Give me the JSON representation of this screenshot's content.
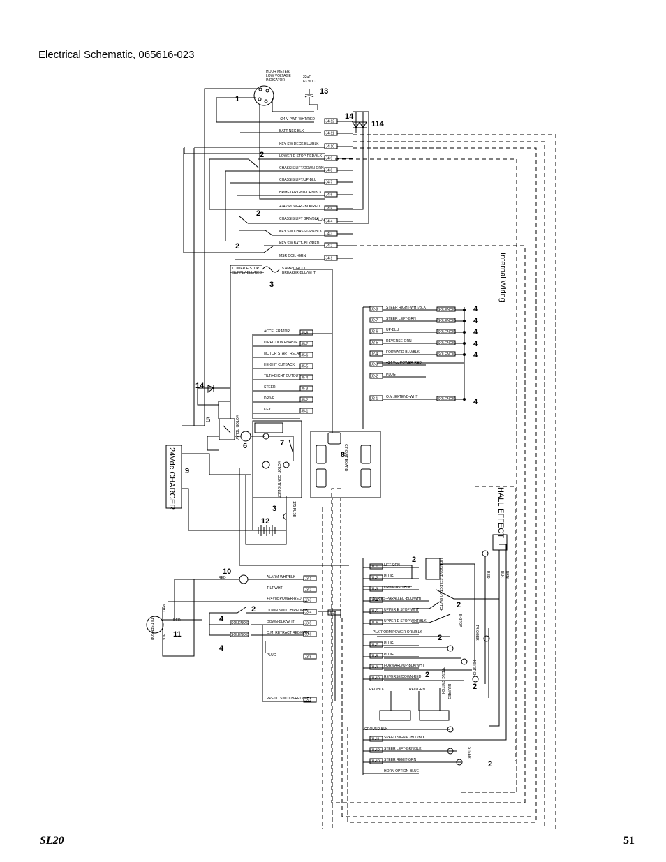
{
  "page": {
    "title": "Electrical Schematic, 065616-023",
    "footer_left": "SL20",
    "footer_right": "51"
  },
  "diagram": {
    "annotations": {
      "hour_meter": "HOUR METER/ LOW VOLTAGE INDICATOR",
      "capacitor": "22uF 63 VDC",
      "internal_wiring": "Internal Wiring",
      "hall_effect": "HALL EFFECT",
      "charger": "24Vdc CHARGER",
      "circuit_breaker": "5 AMP CIRCUIT BREAKER-BLU/WHT",
      "lower_e_stop_supply": "LOWER E STOP SUPPLY-BLU/RED",
      "motor_relay": "MOTOR RELAY",
      "motor_controller": "MOTOR CONTROLLER",
      "fuse": "175 FUSE",
      "circuit_board": "CIRCUIT BOARD",
      "tilt_sensor": "TILT SENSOR",
      "lift_drive_switch": "LIFT/DRIVE SELECTOR SWITCH",
      "e_stop": "E-STOP",
      "trigger": "TRIGGER",
      "joystick": "JOYSTICK",
      "ppe_switch": "PPE/LC SWITCH",
      "steer": "STEER",
      "blu_red": "BLU/RED",
      "red": "RED",
      "blk": "BLK",
      "wht": "WHT",
      "brn": "BRN",
      "ground_blk": "GROUND-BLK",
      "red_blk": "RED/BLK",
      "red_grn": "RED/GRN"
    },
    "ref_numbers": {
      "n1": "1",
      "n2": "2",
      "n3": "3",
      "n4": "4",
      "n5": "5",
      "n6": "6",
      "n7": "7",
      "n8": "8",
      "n9": "9",
      "n10": "10",
      "n11": "11",
      "n12": "12",
      "n13": "13",
      "n14": "14",
      "n114": "114"
    },
    "j4_labels": [
      "+24 V PWR WHT/RED",
      "BATT NEG BLK",
      "KEY SW DECK BLU/BLK",
      "LOWER E STOP-RED/BLK",
      "CHASSIS LIFT/DOWN-ORN",
      "CHASSIS LIFT/UP-BLU",
      "HRMETER GND-ORN/BLK",
      "+24V POWER - BLK/RED",
      "CHASSIS LIFT GRN/BLK",
      "KEY SW CHASS GRN/BLK",
      "KEY SW BATT- BLK/RED",
      "MSR COIL -GRN"
    ],
    "j4_pins": [
      "J4-12",
      "J4-11",
      "J4-10",
      "J4-9",
      "J4-8",
      "J4-7",
      "J4-6",
      "J4-5",
      "J4-4",
      "J4-3",
      "J4-2",
      "J4-1"
    ],
    "plug_label": "PLUG",
    "j2_labels": [
      "STEER RIGHT-WHT/BLK",
      "STEER LEFT-GRN",
      "UP-BLU",
      "REVERSE-ORN",
      "FORWARD-BLU/BLK",
      "+24 Vdc POWER-RED",
      "PLUG",
      "O.M. EXTEND-WHT"
    ],
    "j2_pins": [
      "J2-8",
      "J2-7",
      "J2-6",
      "J2-5",
      "J2-4",
      "J2-3",
      "J2-2",
      "J2-1"
    ],
    "solenoid": "SOLENOID",
    "j5_labels": [
      "ACCELERATOR",
      "DIRECTION ENABLE",
      "MOTOR START RELAY",
      "HEIGHT CUTBACK",
      "TILT/HEIGHT CUTOUT",
      "STEER",
      "DRIVE",
      "KEY"
    ],
    "j5_pins": [
      "J5-8",
      "J5-7",
      "J5-6",
      "J5-5",
      "J5-4",
      "J5-3",
      "J5-2",
      "J5-1"
    ],
    "j3_labels": [
      "ALARM-WHT/BLK",
      "TILT-WHT",
      "+24Vdc POWER-RED",
      "DOWN SWITCH RED/WHT",
      "DOWN-BLK/WHT",
      "O.M. RETRACT RED/GRN",
      "PLUG",
      "PPE/LC SWITCH-RED/WHT"
    ],
    "j3_pins": [
      "J3-1",
      "J3-2",
      "J3-3",
      "J3-4",
      "J3-5",
      "J3-6",
      "J3-8",
      "J3-7"
    ],
    "j1_labels": [
      "LIFT-ORN",
      "PLUG",
      "DRIVE-RED/BLK",
      "SERIES-PARALLEL -BLU/WHT",
      "UPPER E STOP-WHT",
      "UPPER E STOP-WHT/BLK",
      "PLATFORM POWER-ORN/BLK",
      "PLUG",
      "PLUG",
      "FORWARD/UP-BLK/WHT",
      "REVERSE/DOWN-RED",
      "SPEED SIGNAL-BLU/BLK",
      "STEER LEFT-GRN/BLK",
      "STEER RIGHT-GRN",
      "HORN OPTION-BLUE"
    ],
    "j1_pins": [
      "J1-1",
      "J1-2",
      "J1-3",
      "J1-4",
      "J1-5",
      "J1-6",
      "J1-7",
      "J1-8",
      "J1-9",
      "J1-10",
      "J1-11",
      "J1-12",
      "J1-13",
      "J1-14"
    ]
  }
}
